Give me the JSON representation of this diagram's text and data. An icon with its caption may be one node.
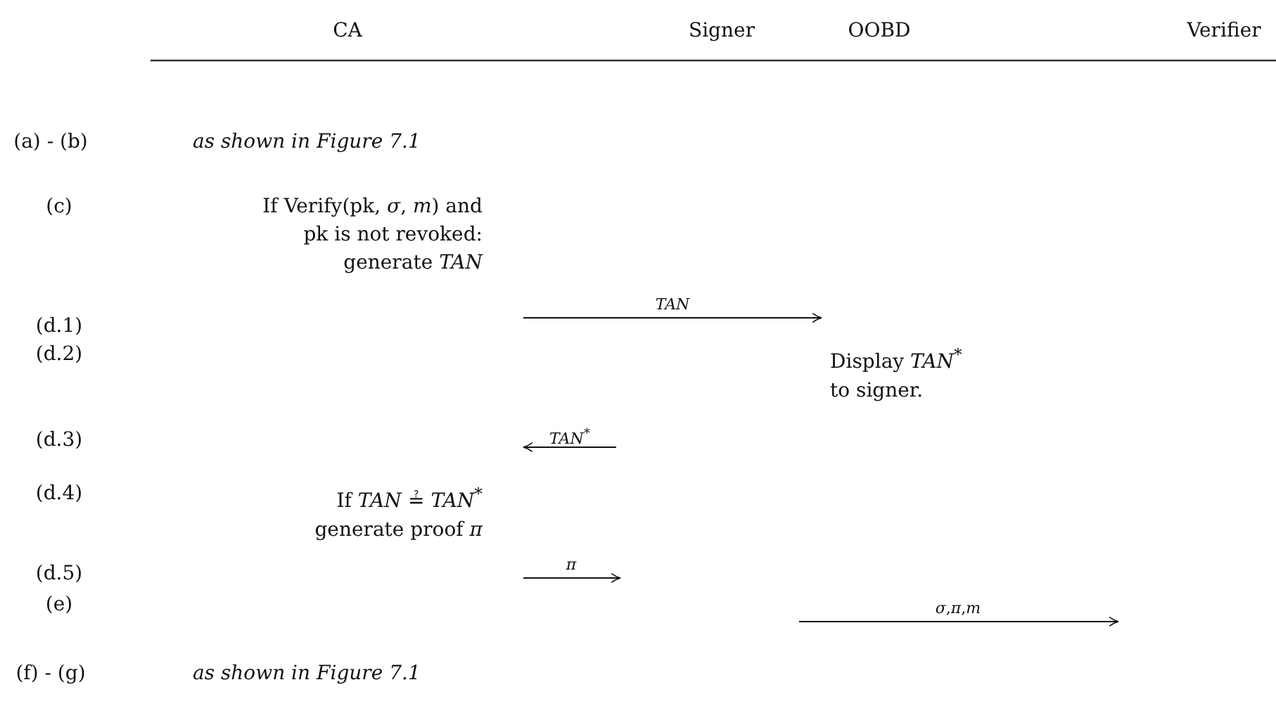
{
  "diagram": {
    "labels": [
      "CA",
      "Signer",
      "OOBD",
      "Verifier",
      "(a) - (b)",
      "as shown in Figure 7.1",
      "(c)",
      "If Verify(pk, *σ*, *m*) and pk is not revoked: generate *TAN*",
      "*TAN*",
      "(d.1)",
      "(d.2)",
      "Display *TAN*$^{*}$ to signer.",
      "(d.3)",
      "*TAN*$^{*}$",
      "(d.4)",
      "If *TAN* ≟ *TAN*$^{*}$ generate proof *π*",
      "*π*",
      "(d.5)",
      "(e)",
      "*σ*,*π*,*m*",
      "(f) - (g)",
      "as shown in Figure 7.1"
    ]
  }
}
